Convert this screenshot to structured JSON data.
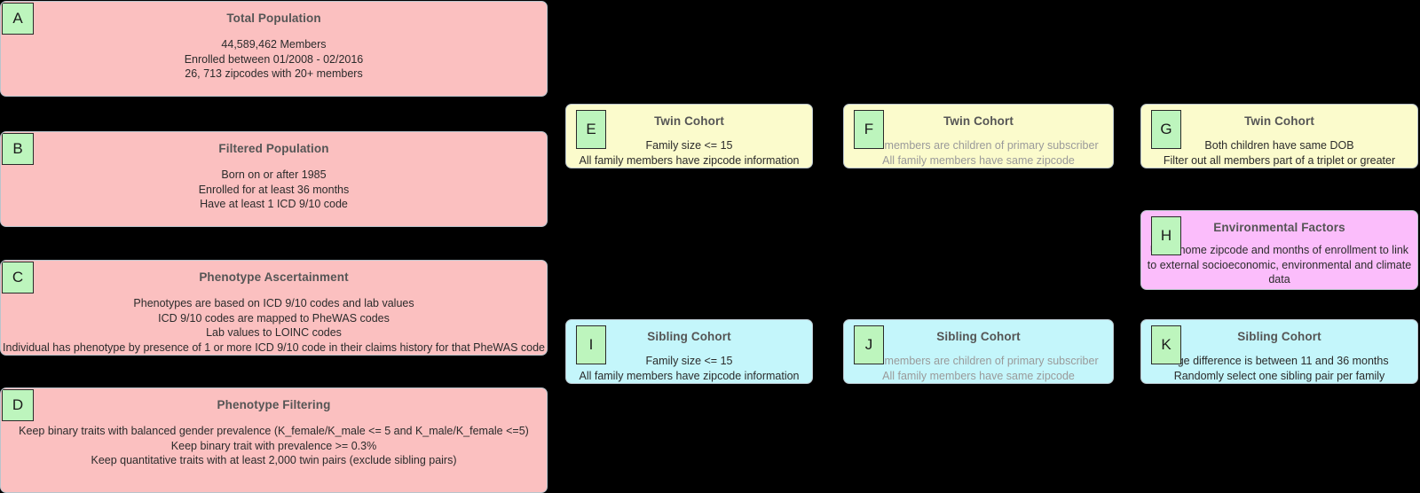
{
  "diagram": {
    "title": "Study cohort construction flowchart",
    "colors": {
      "pink": "#fbc0c0",
      "yellow": "#fbfbcc",
      "cyan": "#c4f6fb",
      "magenta": "#fbbdfb",
      "badge_green": "#bdf5bd",
      "title_gray": "#555555",
      "muted_gray": "#9a9a9a",
      "background": "#000000"
    },
    "boxes": {
      "a": {
        "badge": "A",
        "title": "Total Population",
        "body": "44,589,462 Members\nEnrolled between 01/2008 - 02/2016\n26, 713 zipcodes with 20+ members"
      },
      "b": {
        "badge": "B",
        "title": "Filtered Population",
        "body": "Born on or after 1985\nEnrolled for at least 36 months\nHave at least 1 ICD 9/10 code"
      },
      "c": {
        "badge": "C",
        "title": "Phenotype Ascertainment",
        "body": "Phenotypes are based on ICD 9/10 codes and lab values\nICD 9/10 codes are mapped to PheWAS codes\nLab values to LOINC codes\nIndividual has phenotype by presence of 1 or more ICD 9/10 code in their claims history for that PheWAS code"
      },
      "d": {
        "badge": "D",
        "title": "Phenotype Filtering",
        "body": "Keep binary traits with balanced gender prevalence (K_female/K_male <= 5 and K_male/K_female <=5)\nKeep binary trait with prevalence >= 0.3%\nKeep quantitative traits with at least 2,000 twin pairs (exclude sibling pairs)"
      },
      "e": {
        "badge": "E",
        "title": "Twin Cohort",
        "body": "Family size <= 15\nAll family members have zipcode information"
      },
      "f": {
        "badge": "F",
        "title": "Twin Cohort",
        "body": "Both members are children of primary subscriber\nAll family members have same zipcode"
      },
      "g": {
        "badge": "G",
        "title": "Twin Cohort",
        "body": "Both children have same DOB\nFilter out all members part of a triplet or greater"
      },
      "h": {
        "badge": "H",
        "title": "Environmental Factors",
        "body": "Used home zipcode and months of enrollment to link to external socioeconomic, environmental and climate data"
      },
      "i": {
        "badge": "I",
        "title": "Sibling Cohort",
        "body": "Family size <= 15\nAll family members have zipcode information"
      },
      "j": {
        "badge": "J",
        "title": "Sibling Cohort",
        "body": "Both members are children of primary subscriber\nAll family members have same zipcode"
      },
      "k": {
        "badge": "K",
        "title": "Sibling Cohort",
        "body": "Age difference is between 11 and 36 months\nRandomly select one sibling pair per family"
      }
    }
  }
}
